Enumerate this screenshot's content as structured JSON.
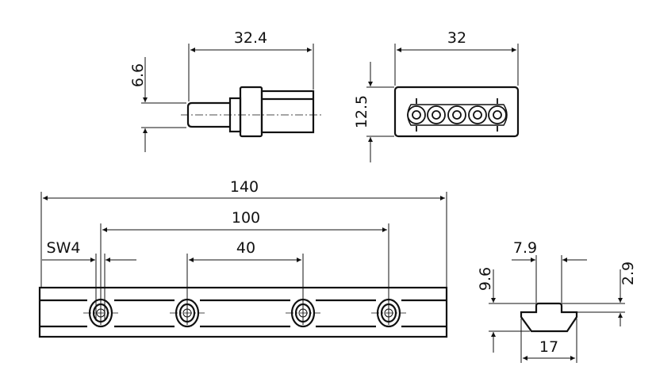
{
  "dimensions": {
    "side_length": "32.4",
    "side_pin_diameter": "6.6",
    "front_width": "32",
    "front_height": "12.5",
    "rail_length": "140",
    "rail_hole_span": "100",
    "rail_hole_pitch": "40",
    "wrench_size": "SW4",
    "section_top_width": "7.9",
    "section_height": "9.6",
    "section_step": "2.9",
    "section_width": "17"
  }
}
